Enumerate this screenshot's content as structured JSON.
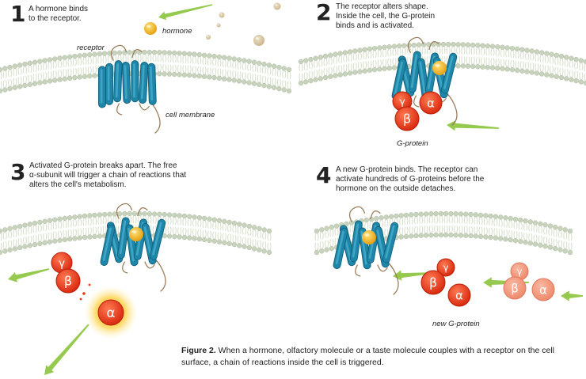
{
  "steps": [
    {
      "number": "1",
      "lines": [
        "A hormone binds",
        "to the receptor."
      ]
    },
    {
      "number": "2",
      "lines": [
        "The receptor alters shape.",
        "Inside the cell, the G-protein",
        "binds and is activated."
      ]
    },
    {
      "number": "3",
      "lines": [
        "Activated G-protein breaks apart. The free",
        "α-subunit will trigger a chain of reactions that",
        "alters the cell's metabolism."
      ]
    },
    {
      "number": "4",
      "lines": [
        "A new G-protein binds. The receptor can",
        "activate hundreds of G-proteins before the",
        "hormone on the outside detaches."
      ]
    }
  ],
  "labels": {
    "hormone": "hormone",
    "receptor": "receptor",
    "cell_membrane": "cell membrane",
    "g_protein": "G-protein",
    "new_g_protein": "new G-protein"
  },
  "subunits": {
    "gamma": "γ",
    "beta": "β",
    "alpha": "α"
  },
  "caption": {
    "label": "Figure 2.",
    "text": " When a hormone, olfactory molecule or a taste molecule couples with a receptor on the cell surface, a chain of reactions inside the cell is triggered."
  },
  "colors": {
    "membrane_head": "#c8d3bd",
    "membrane_tail": "#d9e1cf",
    "receptor": "#1e86a8",
    "hormone": "#f2b31b",
    "subunit_red": "#e53a1c",
    "subunit_pale": "#f29a80",
    "arrow": "#8cc63f",
    "text": "#222222"
  }
}
